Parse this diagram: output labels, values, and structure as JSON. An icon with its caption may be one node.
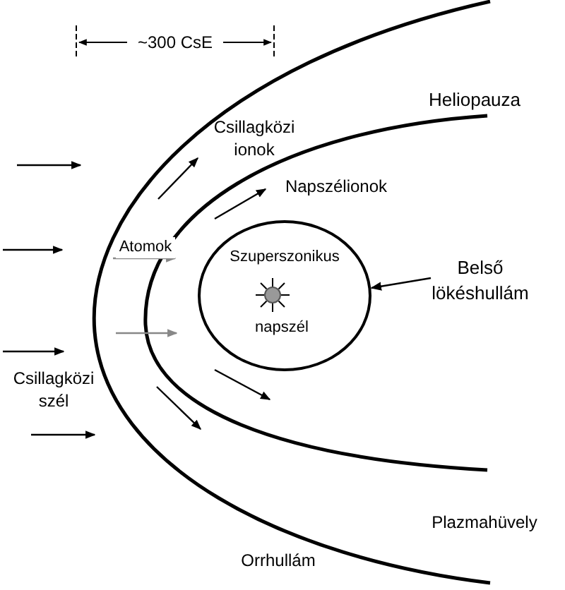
{
  "diagram": {
    "nodes": [
      {
        "text": [
          "Szuperszonikus",
          "napszél"
        ]
      },
      {
        "text": [
          "Belső lökéshullám"
        ]
      }
    ],
    "edges": [
      {
        "from": 1,
        "to": 0,
        "arrow": "to"
      }
    ],
    "labels": [
      "~300 CsE",
      "Heliopauza",
      "Csillagközi ionok",
      "Napszélionok",
      "Atomok",
      "Csillagközi szél",
      "Plazmahüvely",
      "Orrhullám"
    ]
  }
}
